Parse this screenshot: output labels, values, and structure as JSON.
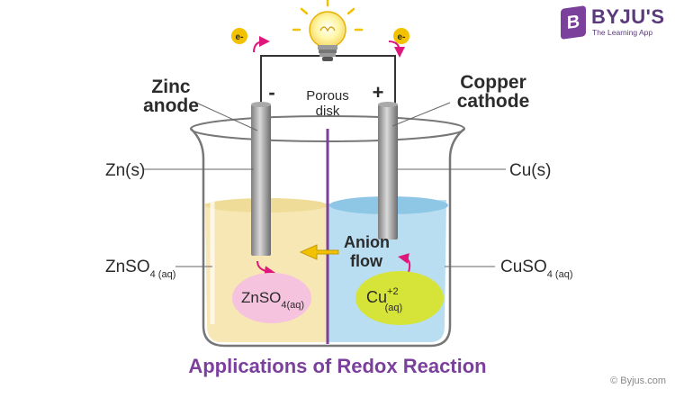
{
  "brand": {
    "logo_letter": "B",
    "name": "BYJU'S",
    "tagline": "The Learning App"
  },
  "electron": {
    "left": "e-",
    "right": "e-"
  },
  "terminals": {
    "negative": "-",
    "positive": "+"
  },
  "labels": {
    "zinc_anode_line1": "Zinc",
    "zinc_anode_line2": "anode",
    "copper_cathode_line1": "Copper",
    "copper_cathode_line2": "cathode",
    "porous_line1": "Porous",
    "porous_line2": "disk",
    "zn_s": "Zn(s)",
    "cu_s": "Cu(s)",
    "znso4_main": "ZnSO",
    "znso4_sub": "4 (aq)",
    "cuso4_main": "CuSO",
    "cuso4_sub": "4 (aq)",
    "anion_line1": "Anion",
    "anion_line2": "flow",
    "bubble_znso4_main": "ZnSO",
    "bubble_znso4_sub": "4(aq)",
    "bubble_cu_main": "Cu",
    "bubble_cu_sup": "+2",
    "bubble_cu_sub": "(aq)"
  },
  "caption": "Applications of Redox Reaction",
  "copyright": "© Byjus.com",
  "colors": {
    "brand": "#7b3f9c",
    "zinc_solution": "#f6e7b4",
    "copper_solution": "#b9def1",
    "bubble_pink": "#f6c3de",
    "bubble_green": "#d6e43a",
    "arrow_magenta": "#e0177a",
    "anion_arrow": "#f2c200",
    "porous_disk": "#7b3f9c"
  }
}
